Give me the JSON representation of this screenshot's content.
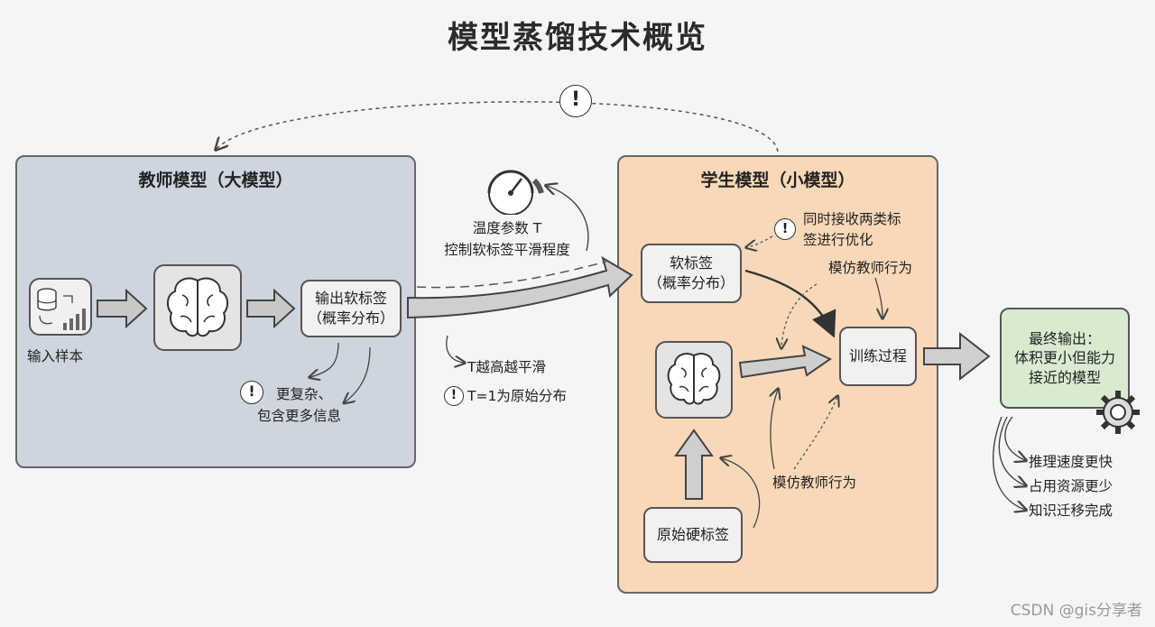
{
  "title": "模型蒸馏技术概览",
  "teacher": {
    "title": "教师模型（大模型）",
    "input_label": "输入样本",
    "soft_label_box": [
      "输出软标签",
      "（概率分布）"
    ],
    "note": [
      "更复杂、",
      "包含更多信息"
    ]
  },
  "temperature": {
    "label": [
      "温度参数 T",
      "控制软标签平滑程度"
    ],
    "note1": "T越高越平滑",
    "note2": "T=1为原始分布"
  },
  "student": {
    "title": "学生模型（小模型）",
    "soft_label_box": [
      "软标签",
      "（概率分布）"
    ],
    "optimize_note": [
      "同时接收两类标",
      "签进行优化"
    ],
    "imitate_top": "模仿教师行为",
    "imitate_bottom": "模仿教师行为",
    "training_box": "训练过程",
    "hard_label_box": "原始硬标签"
  },
  "final": {
    "box": [
      "最终输出：",
      "体积更小但能力",
      "接近的模型"
    ],
    "benefits": [
      "推理速度更快",
      "占用资源更少",
      "知识迁移完成"
    ]
  },
  "watermark": "CSDN @gis分享者",
  "icons": [
    "warning-icon",
    "database-icon",
    "bar-chart-icon",
    "brain-icon",
    "gauge-icon",
    "gear-icon"
  ],
  "colors": {
    "teacher_bg": "#cfd5de",
    "student_bg": "#f8d8b8",
    "final_bg": "#d8ebd0",
    "box_bg": "#f3f1ef"
  }
}
